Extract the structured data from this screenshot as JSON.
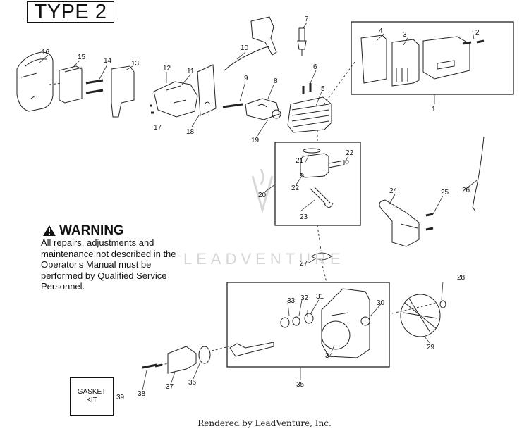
{
  "title": "TYPE 2",
  "warning": {
    "heading": "WARNING",
    "body": "All repairs, adjustments and maintenance not described in the Operator's Manual must be performed by Qualified Service Personnel."
  },
  "gasket_kit": {
    "line1": "GASKET",
    "line2": "KIT"
  },
  "footer": "Rendered by LeadVenture, Inc.",
  "watermark": "LEADVENTURE",
  "callouts": [
    "1",
    "2",
    "3",
    "4",
    "5",
    "6",
    "7",
    "8",
    "9",
    "10",
    "11",
    "12",
    "13",
    "14",
    "15",
    "16",
    "17",
    "18",
    "19",
    "20",
    "21",
    "22",
    "22",
    "23",
    "24",
    "25",
    "26",
    "27",
    "28",
    "29",
    "30",
    "31",
    "32",
    "33",
    "34",
    "35",
    "36",
    "37",
    "38",
    "39"
  ]
}
